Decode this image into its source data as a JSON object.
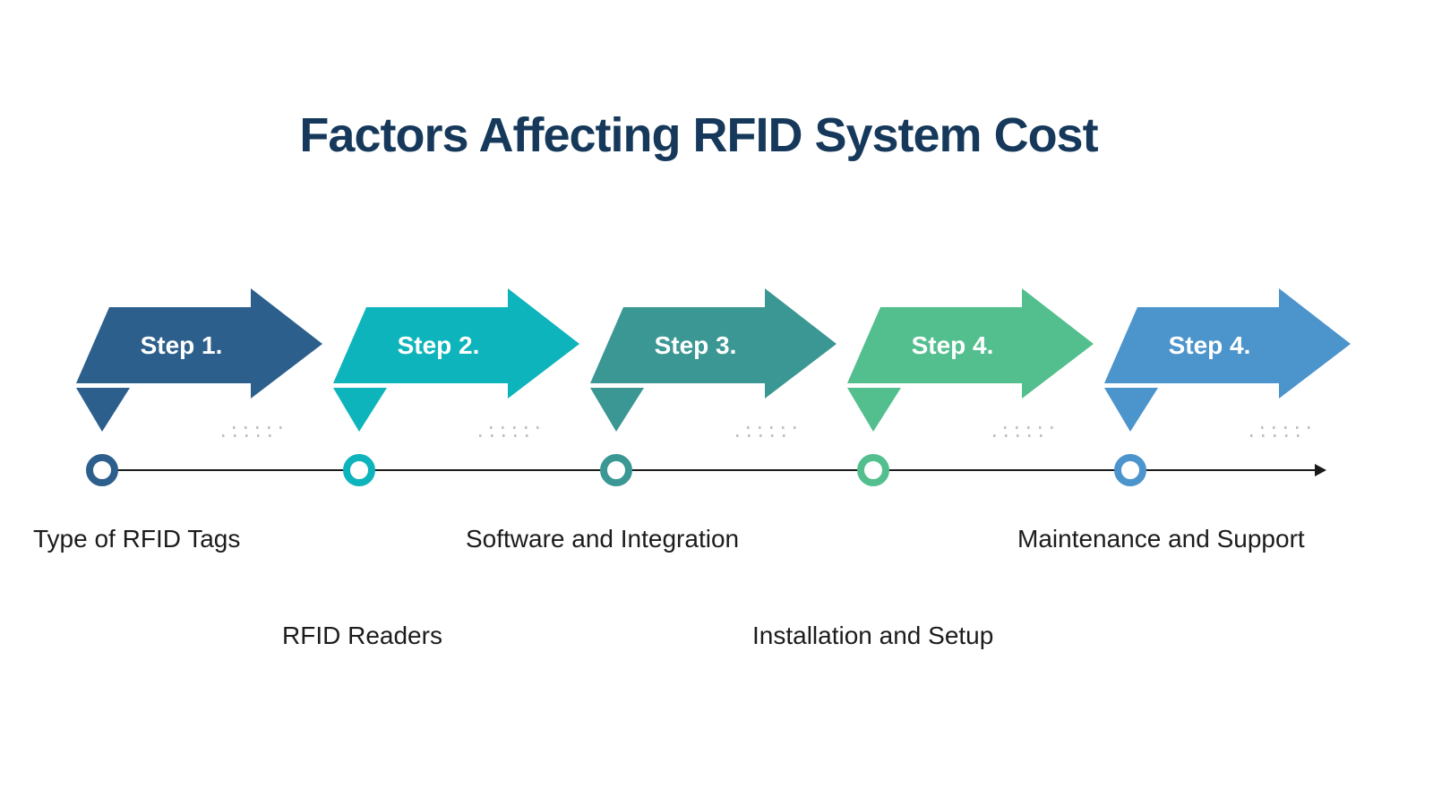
{
  "title": "Factors Affecting RFID System Cost",
  "colors": {
    "title_text": "#16395b",
    "step_text": "#ffffff",
    "factor_text": "#1c1c1c",
    "timeline": "#1a1a1a",
    "dots": "#ababab",
    "background": "#ffffff"
  },
  "steps": [
    {
      "label": "Step 1.",
      "color": "#2d5f8c"
    },
    {
      "label": "Step 2.",
      "color": "#0eb4bb"
    },
    {
      "label": "Step 3.",
      "color": "#3b9794"
    },
    {
      "label": "Step 4.",
      "color": "#53bf8e"
    },
    {
      "label": "Step 4.",
      "color": "#4c94cc"
    }
  ],
  "factors": [
    "Type of RFID Tags",
    "RFID Readers",
    "Software and Integration",
    "Installation and Setup",
    "Maintenance and Support"
  ]
}
